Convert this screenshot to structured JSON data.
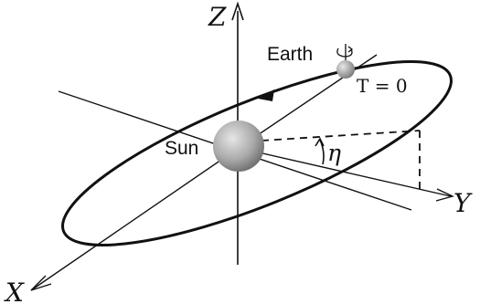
{
  "labels": {
    "z_axis": "Z",
    "y_axis": "Y",
    "x_axis": "X",
    "sun": "Sun",
    "earth": "Earth",
    "time_marker": "T = 0",
    "angle": "η"
  }
}
